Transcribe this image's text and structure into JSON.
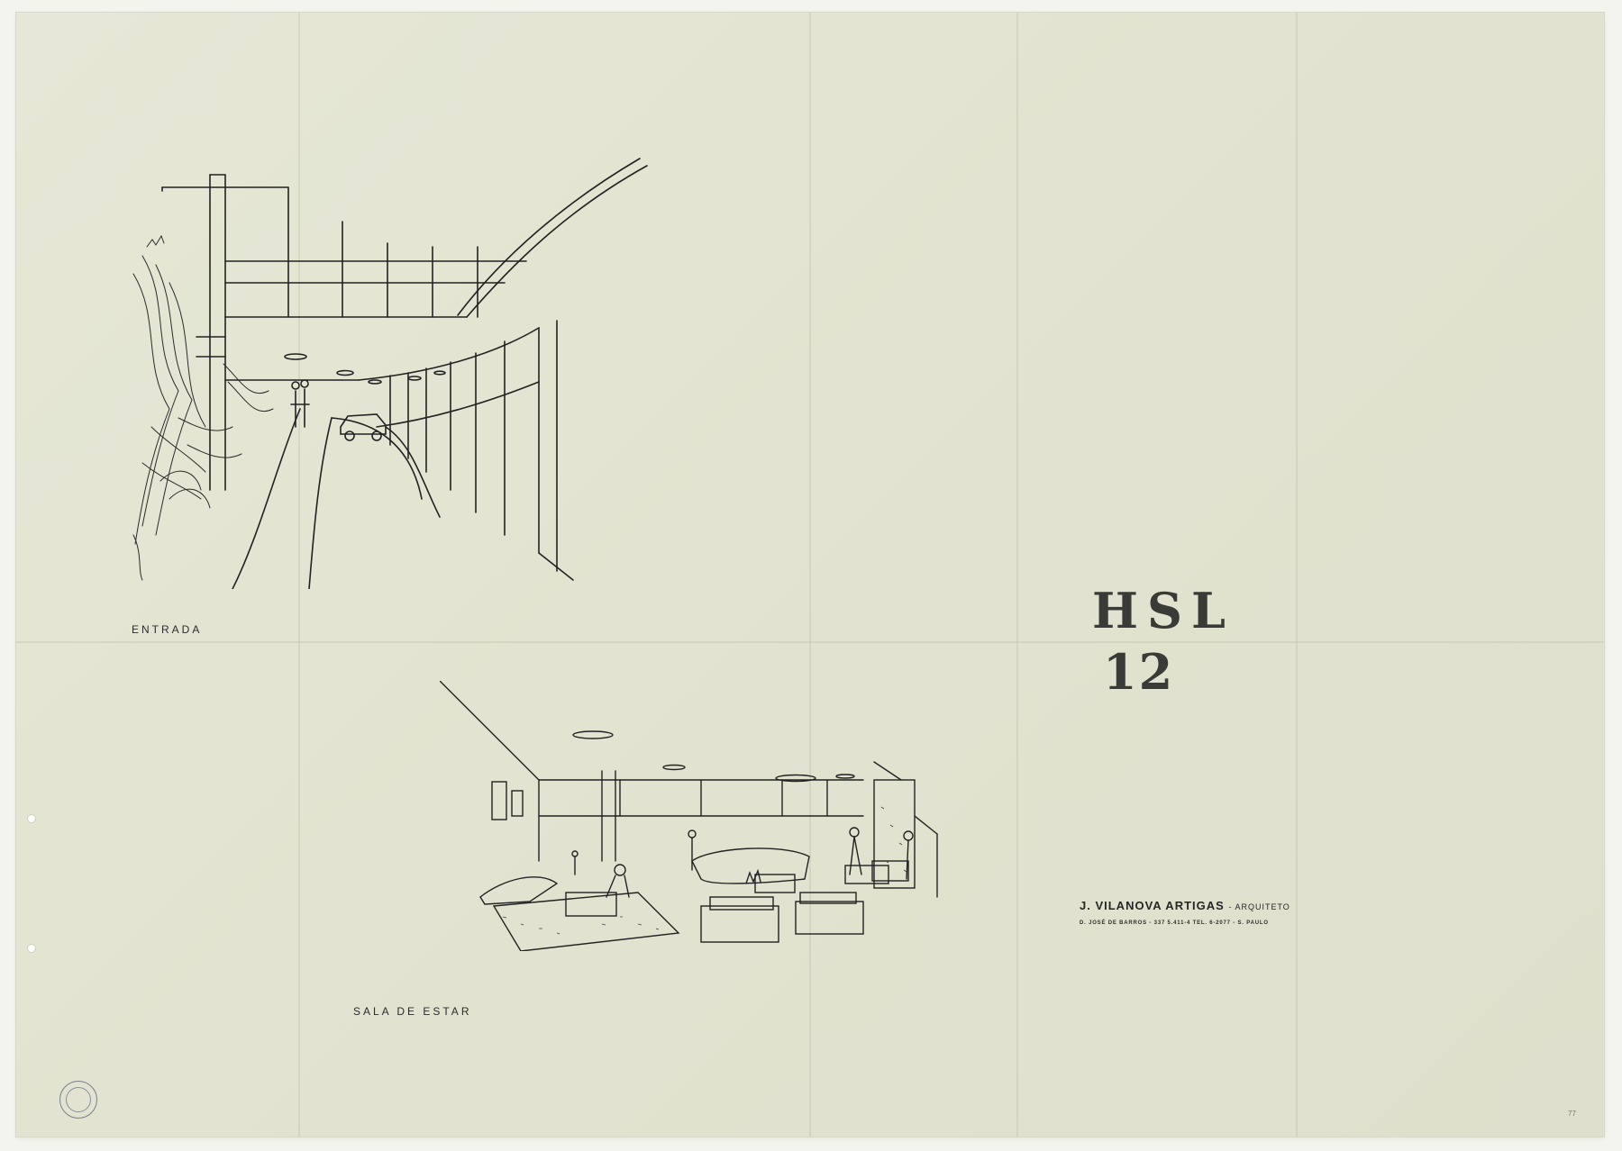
{
  "sheet": {
    "label_entrada": "ENTRADA",
    "label_sala": "SALA DE ESTAR",
    "project_code": "HSL",
    "sheet_number": "12",
    "architect_name": "J. VILANOVA ARTIGAS",
    "architect_role": "- ARQUITETO",
    "address": "D. JOSÉ DE BARROS - 337 5.411-4  TEL. 6-2077  -  S. PAULO",
    "corner_mark": "77"
  },
  "icons": {
    "stamp": "archive-stamp-icon",
    "punch": "punch-hole-icon"
  },
  "colors": {
    "paper": "#e4e5d2",
    "ink": "#2b2b2b",
    "stencil": "#3a3a36"
  }
}
